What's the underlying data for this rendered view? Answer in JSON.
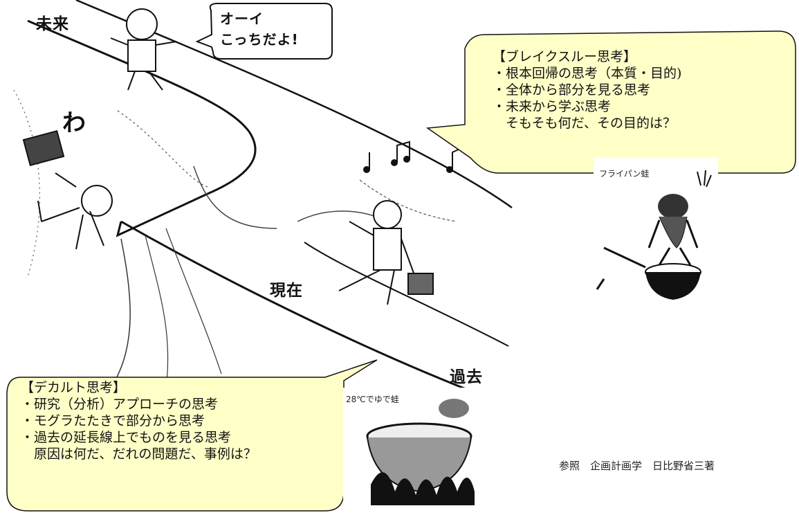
{
  "labels": {
    "future": "未来",
    "present": "現在",
    "past": "過去",
    "shout": "オーイ\nこっちだよ!",
    "wa": "わ"
  },
  "breakthrough": {
    "title": "【ブレイクスルー思考】",
    "lines": [
      "・根本回帰の思考（本質・目的)",
      "・全体から部分を見る思考",
      "・未来から学ぶ思考",
      "　そもそも何だ、その目的は？"
    ]
  },
  "decartes": {
    "title": "【デカルト思考】",
    "lines": [
      "・研究（分析）アプローチの思考",
      "・モグラたたきで部分から思考",
      "・過去の延長線上でものを見る思考",
      "　原因は何だ、だれの問題だ、事例は？"
    ]
  },
  "frog_fry": {
    "caption": "フライパン蛙"
  },
  "frog_boil": {
    "caption": "28℃でゆで蛙"
  },
  "credit": "参照　企画計画学　日比野省三著",
  "colors": {
    "bubble_fill": "#ffffc8",
    "ink": "#111111"
  }
}
